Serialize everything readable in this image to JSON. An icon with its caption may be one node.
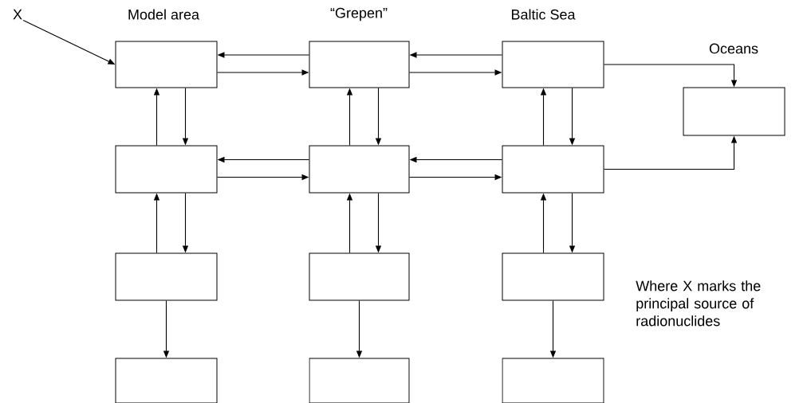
{
  "diagram": {
    "nodes": [
      {
        "text": [
          "X"
        ]
      },
      {
        "text": [
          "Model area"
        ]
      },
      {
        "text": [
          "“Grepen”"
        ]
      },
      {
        "text": [
          "Baltic Sea"
        ]
      },
      {
        "text": [
          "Oceans"
        ]
      },
      {
        "text": [],
        "shape": "box"
      },
      {
        "text": [],
        "shape": "box"
      },
      {
        "text": [],
        "shape": "box"
      },
      {
        "text": [],
        "shape": "box"
      },
      {
        "text": [],
        "shape": "box"
      },
      {
        "text": [],
        "shape": "box"
      },
      {
        "text": [],
        "shape": "box"
      },
      {
        "text": [],
        "shape": "box"
      },
      {
        "text": [],
        "shape": "box"
      }
    ],
    "edges": [
      {
        "from": 0,
        "to": 1,
        "arrow": "to"
      },
      {
        "from": 2,
        "to": 1,
        "arrow": "to"
      },
      {
        "from": 1,
        "to": 2,
        "arrow": "to"
      },
      {
        "from": 3,
        "to": 2,
        "arrow": "to"
      },
      {
        "from": 2,
        "to": 3,
        "arrow": "to"
      },
      {
        "from": 3,
        "to": 4,
        "arrow": "to"
      },
      {
        "from": 5,
        "to": 1,
        "arrow": "to"
      },
      {
        "from": 1,
        "to": 5,
        "arrow": "to"
      },
      {
        "from": 6,
        "to": 2,
        "arrow": "to"
      },
      {
        "from": 2,
        "to": 6,
        "arrow": "to"
      },
      {
        "from": 7,
        "to": 3,
        "arrow": "to"
      },
      {
        "from": 3,
        "to": 7,
        "arrow": "to"
      },
      {
        "from": 6,
        "to": 5,
        "arrow": "to"
      },
      {
        "from": 5,
        "to": 6,
        "arrow": "to"
      },
      {
        "from": 7,
        "to": 6,
        "arrow": "to"
      },
      {
        "from": 6,
        "to": 7,
        "arrow": "to"
      },
      {
        "from": 7,
        "to": 4,
        "arrow": "to"
      },
      {
        "from": 8,
        "to": 5,
        "arrow": "to"
      },
      {
        "from": 5,
        "to": 8,
        "arrow": "to"
      },
      {
        "from": 9,
        "to": 6,
        "arrow": "to"
      },
      {
        "from": 6,
        "to": 9,
        "arrow": "to"
      },
      {
        "from": 10,
        "to": 7,
        "arrow": "to"
      },
      {
        "from": 7,
        "to": 10,
        "arrow": "to"
      },
      {
        "from": 8,
        "to": 11,
        "arrow": "to"
      },
      {
        "from": 9,
        "to": 12,
        "arrow": "to"
      },
      {
        "from": 10,
        "to": 13,
        "arrow": "to"
      }
    ],
    "labels": [
      "Where X marks the principal source of radionuclides"
    ]
  }
}
